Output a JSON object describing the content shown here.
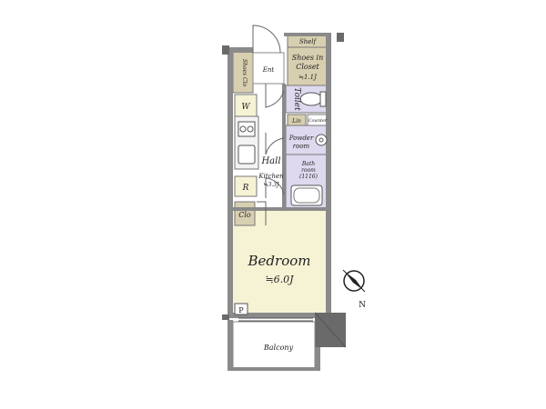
{
  "rooms": {
    "bedroom": {
      "name": "Bedroom",
      "size": "≒6.0J"
    },
    "kitchen": {
      "name": "Kitchen",
      "size": "≒3.3J"
    },
    "hall": {
      "name": "Hall"
    },
    "toilet": {
      "name": "Toilet"
    },
    "powder_room": {
      "name_line1": "Powder",
      "name_line2": "room"
    },
    "bathroom": {
      "name_line1": "Bath",
      "name_line2": "room",
      "size": "(1116)"
    },
    "balcony": {
      "name": "Balcony"
    },
    "shoes_in_closet": {
      "name_line1": "Shoes in",
      "name_line2": "Closet",
      "size": "≒1.1J"
    },
    "shelf": {
      "name": "Shelf"
    },
    "shoes_clo": {
      "name": "Shoes Clo"
    },
    "entrance": {
      "name": "Ent"
    },
    "lin": {
      "name": "Lin"
    },
    "counter": {
      "name": "Counter"
    },
    "washer": {
      "name": "W"
    },
    "refrigerator": {
      "name": "R"
    },
    "closet": {
      "name": "Clo"
    },
    "pipe_space": {
      "name": "P"
    }
  },
  "compass": {
    "north_label": "N"
  },
  "colors": {
    "bedroom_floor": "#f6f3d5",
    "wet_area_floor": "#ded9ee",
    "closet_floor": "#d8cfb0",
    "hall_floor": "#ffffff",
    "wall": "#8a8a8a"
  }
}
